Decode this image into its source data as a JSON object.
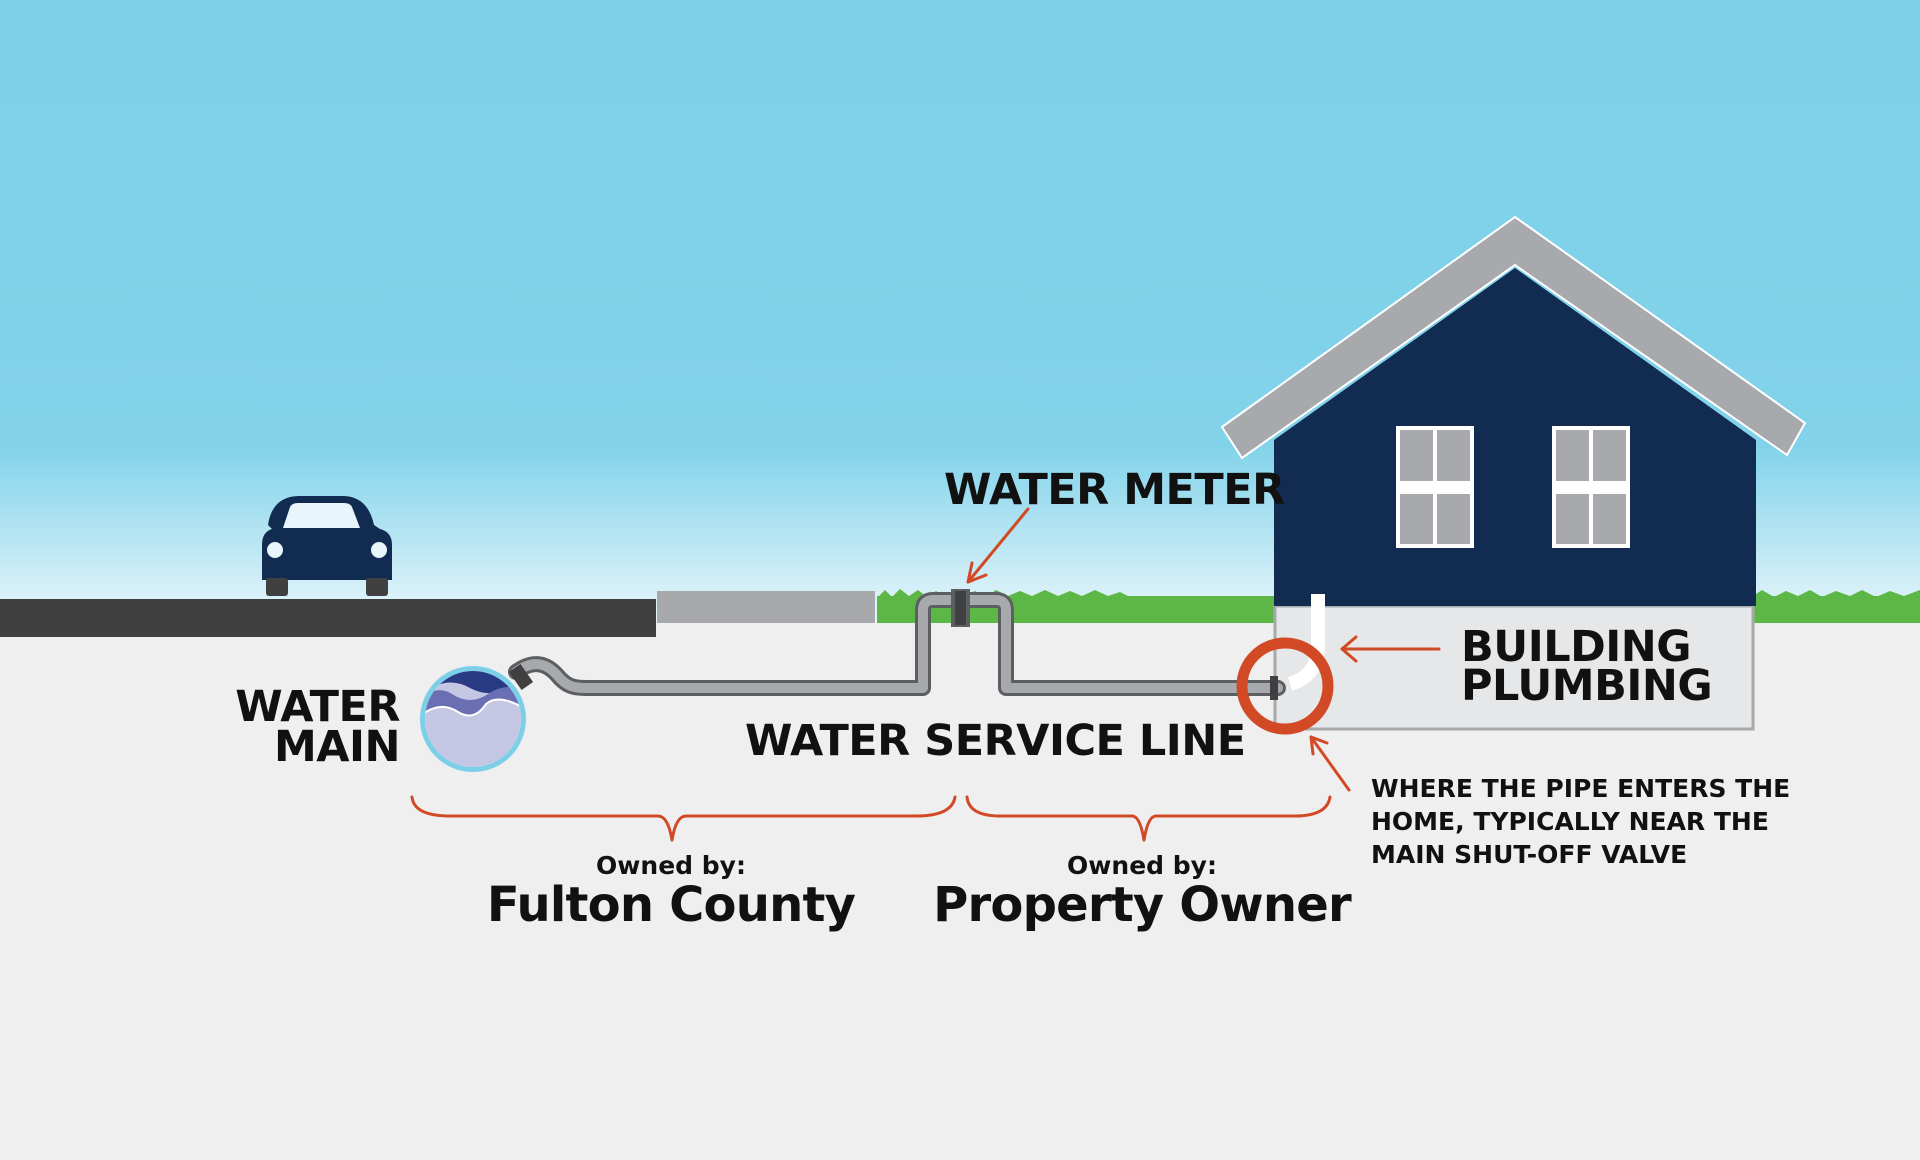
{
  "labels": {
    "water_meter": "WATER METER",
    "building_plumbing_line1": "BUILDING",
    "building_plumbing_line2": "PLUMBING",
    "water_main_line1": "WATER",
    "water_main_line2": "MAIN",
    "water_service_line": "WATER SERVICE LINE",
    "entry_note_line1": "WHERE THE PIPE ENTERS THE",
    "entry_note_line2": "HOME, TYPICALLY NEAR THE",
    "entry_note_line3": "MAIN SHUT-OFF VALVE"
  },
  "ownership": [
    {
      "caption": "Owned by:",
      "owner": "Fulton County"
    },
    {
      "caption": "Owned by:",
      "owner": "Property Owner"
    }
  ],
  "colors": {
    "sky_top": "#7bd0e8",
    "sky_bottom": "#e6f5fa",
    "ground": "#efefef",
    "road": "#404041",
    "sidewalk": "#a7a9ac",
    "grass": "#5cb746",
    "house_body": "#122b51",
    "house_roof": "#a7a9ac",
    "foundation": "#e6e7e8",
    "pipe": "#8a8c8e",
    "accent": "#d14a25",
    "water_main_ring": "#7bd0e8",
    "text": "#111111"
  }
}
